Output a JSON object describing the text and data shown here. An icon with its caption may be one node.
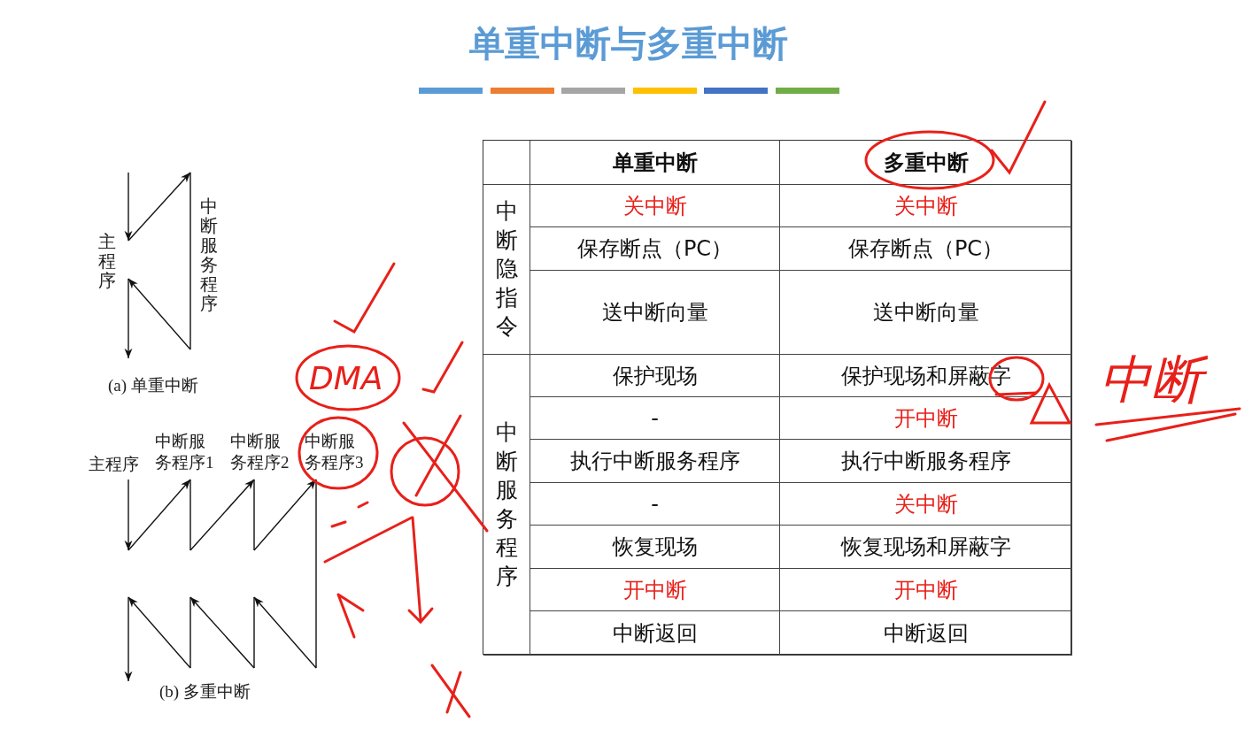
{
  "diagram": {
    "title": "单重中断与多重中断",
    "labels": [
      "主程序",
      "中断服务程序",
      "(a) 单重中断",
      "主程序",
      "中断服务程序1",
      "中断服务程序2",
      "中断服务程序3",
      "(b) 多重中断",
      "单重中断",
      "多重中断",
      "中断隐指令",
      "关中断",
      "关中断",
      "保存断点（PC）",
      "保存断点（PC）",
      "送中断向量",
      "送中断向量",
      "中断服务程序",
      "保护现场",
      "保护现场和屏蔽字",
      "-",
      "开中断",
      "执行中断服务程序",
      "执行中断服务程序",
      "-",
      "关中断",
      "恢复现场",
      "恢复现场和屏蔽字",
      "开中断",
      "开中断",
      "中断返回",
      "中断返回",
      "DMA",
      "中断"
    ]
  }
}
